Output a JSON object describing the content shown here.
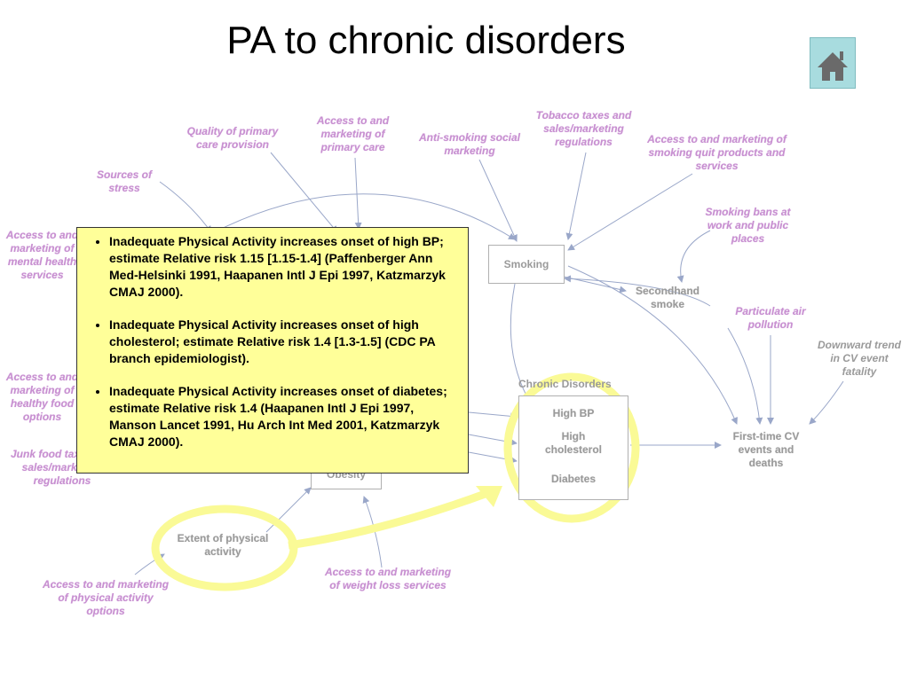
{
  "title": "PA to chronic disorders",
  "home_button": {
    "icon": "home-icon",
    "color": "#a8dcdf"
  },
  "factors": {
    "quality_primary_care": "Quality of primary care provision",
    "access_primary_care": "Access to and marketing of primary care",
    "tobacco_taxes": "Tobacco taxes and sales/marketing regulations",
    "anti_smoking": "Anti-smoking social marketing",
    "quit_products": "Access to and marketing of smoking quit products and services",
    "sources_stress": "Sources of stress",
    "smoking_bans": "Smoking bans at work and public places",
    "access_health_left": "Access to and marketing of mental health services",
    "particulate_air": "Particulate air pollution",
    "downward_trend": "Downward trend in CV event fatality",
    "access_food_left": "Access to and marketing of healthy food options",
    "junk_food": "Junk food taxes and sales/marketing regulations",
    "access_pa_options": "Access to and marketing of physical activity options",
    "access_weight_loss": "Access to and marketing of weight loss services"
  },
  "nodes": {
    "smoking": "Smoking",
    "secondhand": "Secondhand smoke",
    "chronic_disorders": "Chronic Disorders",
    "high_bp": "High BP",
    "high_chol": "High cholesterol",
    "diabetes": "Diabetes",
    "first_time_cv": "First-time CV events and deaths",
    "obesity": "Obesity",
    "extent_pa": "Extent of physical activity"
  },
  "callout": {
    "bullets": [
      "Inadequate Physical Activity increases onset of high BP; estimate Relative risk 1.15 [1.15-1.4] (Paffenberger Ann Med-Helsinki 1991, Haapanen Intl J Epi 1997, Katzmarzyk CMAJ 2000).",
      "Inadequate Physical Activity increases onset of high cholesterol; estimate Relative risk 1.4 [1.3-1.5] (CDC PA branch epidemiologist).",
      "Inadequate Physical Activity increases onset of diabetes; estimate Relative risk 1.4 (Haapanen Intl J Epi 1997, Manson Lancet 1991, Hu Arch Int Med 2001, Katzmarzyk CMAJ 2000)."
    ],
    "color": "#ffff99"
  },
  "highlight_color": "#fafa96",
  "factor_color": "#c78fd0"
}
